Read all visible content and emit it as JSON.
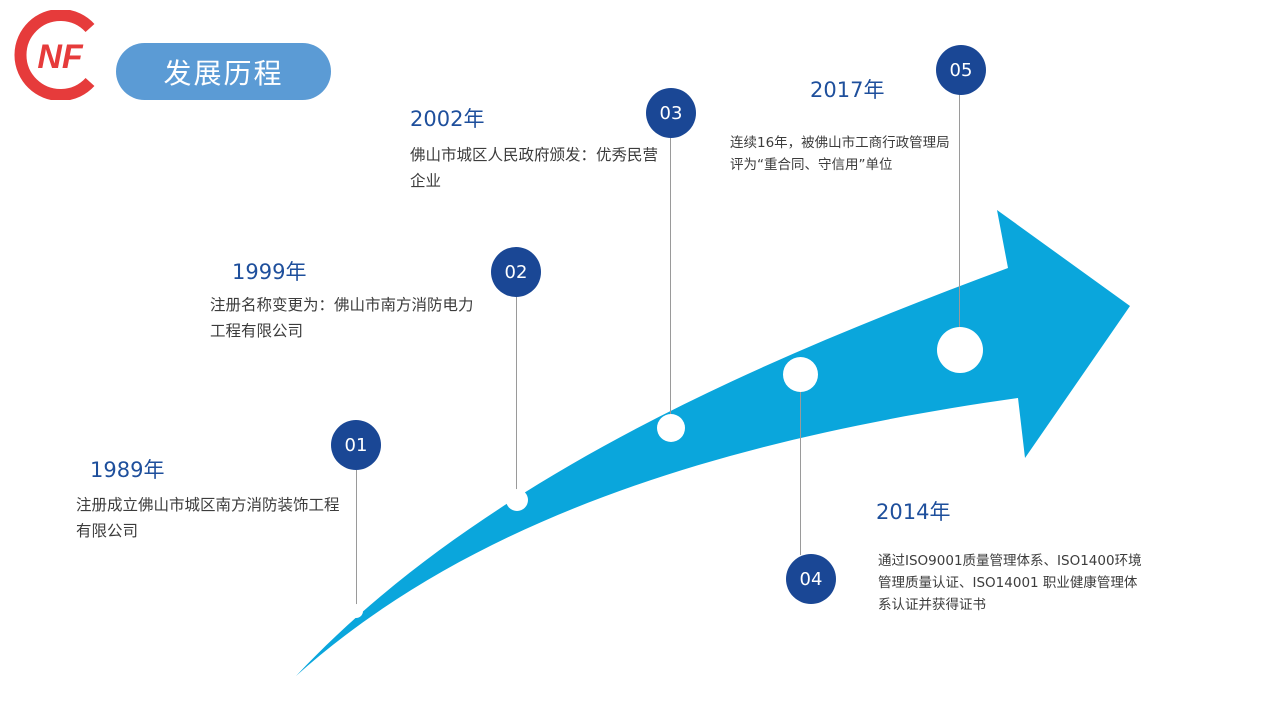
{
  "header": {
    "logo_text": "NF",
    "title": "发展历程"
  },
  "colors": {
    "arrow": "#0aa6dc",
    "badge": "#1a4795",
    "title_pill": "#5b9bd5",
    "logo": "#e63b3b",
    "year_text": "#1e4f9c"
  },
  "milestones": [
    {
      "num": "01",
      "year": "1989年",
      "desc": "注册成立佛山市城区南方消防装饰工程有限公司"
    },
    {
      "num": "02",
      "year": "1999年",
      "desc": "注册名称变更为：佛山市南方消防电力工程有限公司"
    },
    {
      "num": "03",
      "year": "2002年",
      "desc": "佛山市城区人民政府颁发：优秀民营企业"
    },
    {
      "num": "04",
      "year": "2014年",
      "desc": "通过ISO9001质量管理体系、ISO1400环境管理质量认证、ISO14001 职业健康管理体系认证并获得证书"
    },
    {
      "num": "05",
      "year": "2017年",
      "desc": "连续16年，被佛山市工商行政管理局评为“重合同、守信用”单位"
    }
  ]
}
